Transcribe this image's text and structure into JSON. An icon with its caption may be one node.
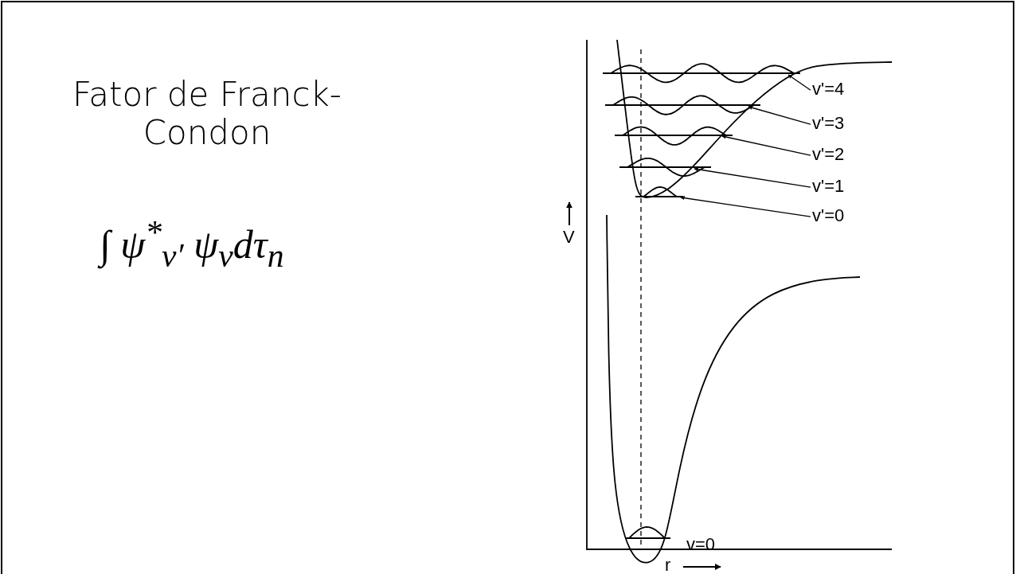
{
  "diagram": {
    "title": "Fator de Franck-Condon",
    "nodes": [
      {
        "text": [
          "v'=4"
        ]
      },
      {
        "text": [
          "v'=3"
        ]
      },
      {
        "text": [
          "v'=2"
        ]
      },
      {
        "text": [
          "v'=1"
        ]
      },
      {
        "text": [
          "v'=0"
        ]
      }
    ],
    "edges": [
      {
        "from": 0,
        "to": null,
        "arrow": "to"
      },
      {
        "from": 1,
        "to": null,
        "arrow": "to"
      },
      {
        "from": 2,
        "to": null,
        "arrow": "to"
      },
      {
        "from": 3,
        "to": null,
        "arrow": "to"
      },
      {
        "from": 4,
        "to": null,
        "arrow": "to"
      }
    ],
    "labels": [
      "∫ ψ$^{*}$$_{v′}$ ψ$_{v}$dτ$_{n}$",
      "V",
      "v=0",
      "r"
    ]
  }
}
